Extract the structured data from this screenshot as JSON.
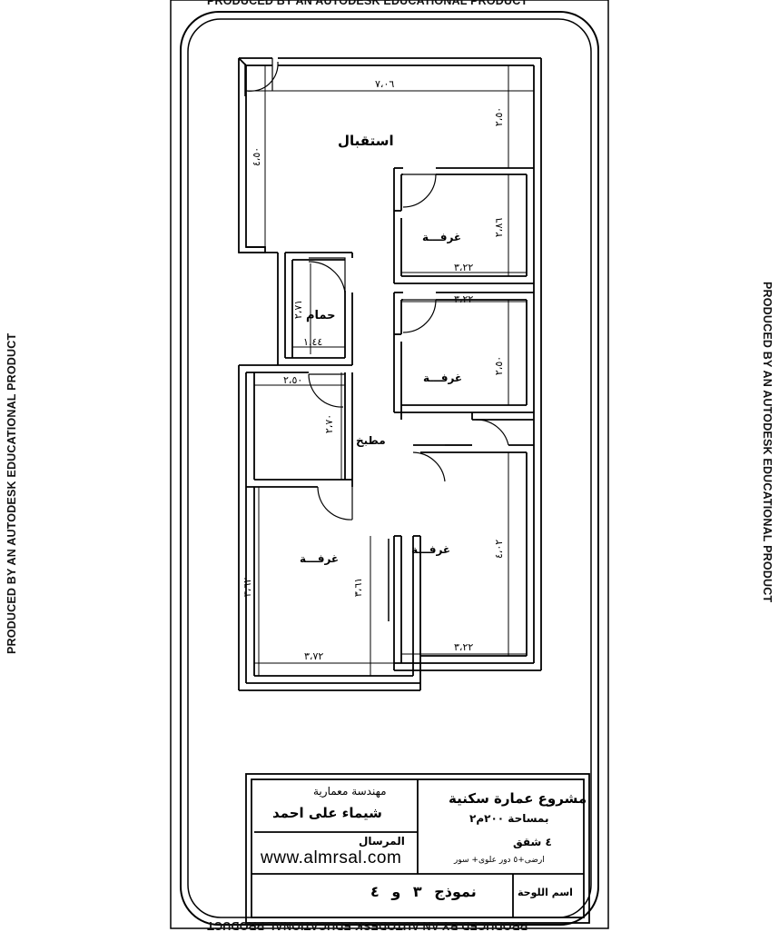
{
  "watermark": "PRODUCED BY AN AUTODESK EDUCATIONAL PRODUCT",
  "rooms": [
    {
      "id": "reception",
      "label": "استقبال"
    },
    {
      "id": "bedroom-1",
      "label": "غرفـــة"
    },
    {
      "id": "bedroom-2",
      "label": "غرفـــة"
    },
    {
      "id": "bedroom-3",
      "label": "غرفـــة"
    },
    {
      "id": "bedroom-4",
      "label": "غرفـــة"
    },
    {
      "id": "bathroom",
      "label": "حمام"
    },
    {
      "id": "kitchen",
      "label": "مطبخ"
    }
  ],
  "dimensions": {
    "reception_width": "٧،٠٦",
    "reception_depth_left": "٤،٥٠",
    "reception_depth_right": "٢،٥٠",
    "bedroom1_height": "٢،٨٦",
    "bedroom1_width": "٣،٢٢",
    "bedroom2_width": "٣،٢٢",
    "bedroom2_height": "٢،٥٠",
    "bedroom3_height": "٤،٠٢",
    "bedroom3_width": "٣،٢٢",
    "bathroom_height": "٢،٧١",
    "bathroom_width": "١،٤٤",
    "kitchen_width": "٢،٥٠",
    "kitchen_height": "٢،٧٠",
    "bedroom4_left": "٣،٦٢",
    "bedroom4_right": "٣،٦١",
    "bedroom4_width": "٣،٧٢"
  },
  "title_block": {
    "engineer_title": "مهندسة معمارية",
    "engineer_name": "شيماء على احمد",
    "sender_label": "المرسال",
    "website": "www.almrsal.com",
    "project_line1": "مشروع عمارة سكنية",
    "project_line2": "بمساحة ٢٠٠م٢",
    "project_line3": "٤ شقق",
    "project_line4": "ارضى+٥ دور علوى+ سور",
    "sheet_label": "اسم اللوحة",
    "sheet_value": "نموذج ٣ و ٤"
  },
  "colors": {
    "line": "#000000",
    "background": "#ffffff"
  }
}
